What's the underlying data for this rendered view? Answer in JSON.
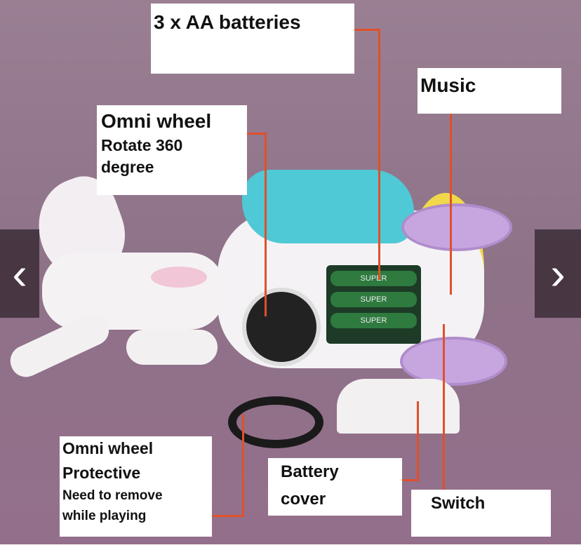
{
  "labels": {
    "batteries": "3 x AA batteries",
    "music": "Music",
    "omni_wheel": [
      "Omni wheel",
      "Rotate 360",
      "degree"
    ],
    "protective": [
      "Omni wheel",
      "Protective",
      "Need to remove",
      "while playing"
    ],
    "battery_cover": [
      "Battery",
      "cover"
    ],
    "switch": "Switch"
  },
  "battery_text": "SUPER",
  "nav": {
    "prev": "‹",
    "next": "›"
  },
  "colors": {
    "background": "#8e7288",
    "leader_line": "#e0502a",
    "teal": "#4fc9d6",
    "purple": "#c7a6e0"
  }
}
